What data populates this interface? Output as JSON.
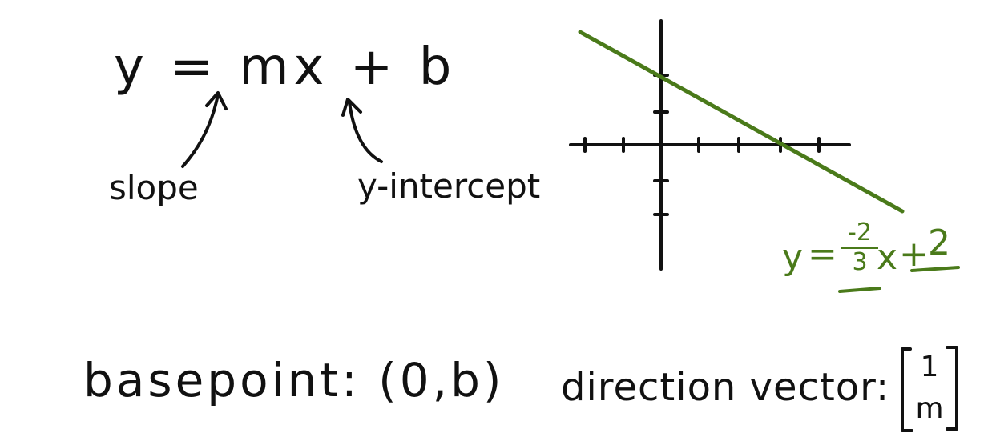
{
  "equation_general": "y = mx + b",
  "label_slope": "slope",
  "label_y_intercept": "y-intercept",
  "graph": {
    "line_color": "#4a7a1a",
    "equation": {
      "y": "y",
      "equals": "=",
      "numerator": "-2",
      "denominator": "3",
      "x": "x",
      "plus": "+",
      "constant": "2"
    }
  },
  "basepoint_text": "basepoint: (0,b)",
  "direction_label": "direction vector:",
  "direction_vector": [
    "1",
    "m"
  ]
}
